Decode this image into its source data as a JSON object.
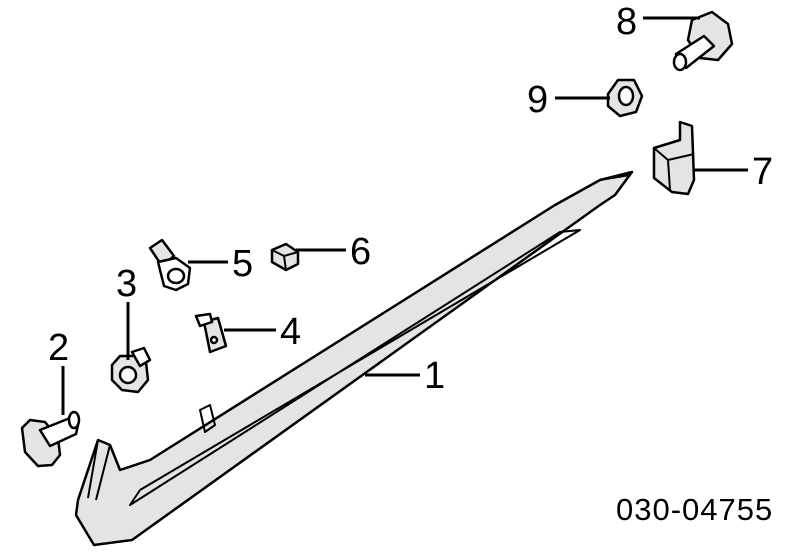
{
  "diagram": {
    "reference_code": "030-04755",
    "callouts": [
      {
        "id": "1",
        "label": "1"
      },
      {
        "id": "2",
        "label": "2"
      },
      {
        "id": "3",
        "label": "3"
      },
      {
        "id": "4",
        "label": "4"
      },
      {
        "id": "5",
        "label": "5"
      },
      {
        "id": "6",
        "label": "6"
      },
      {
        "id": "7",
        "label": "7"
      },
      {
        "id": "8",
        "label": "8"
      },
      {
        "id": "9",
        "label": "9"
      }
    ]
  }
}
